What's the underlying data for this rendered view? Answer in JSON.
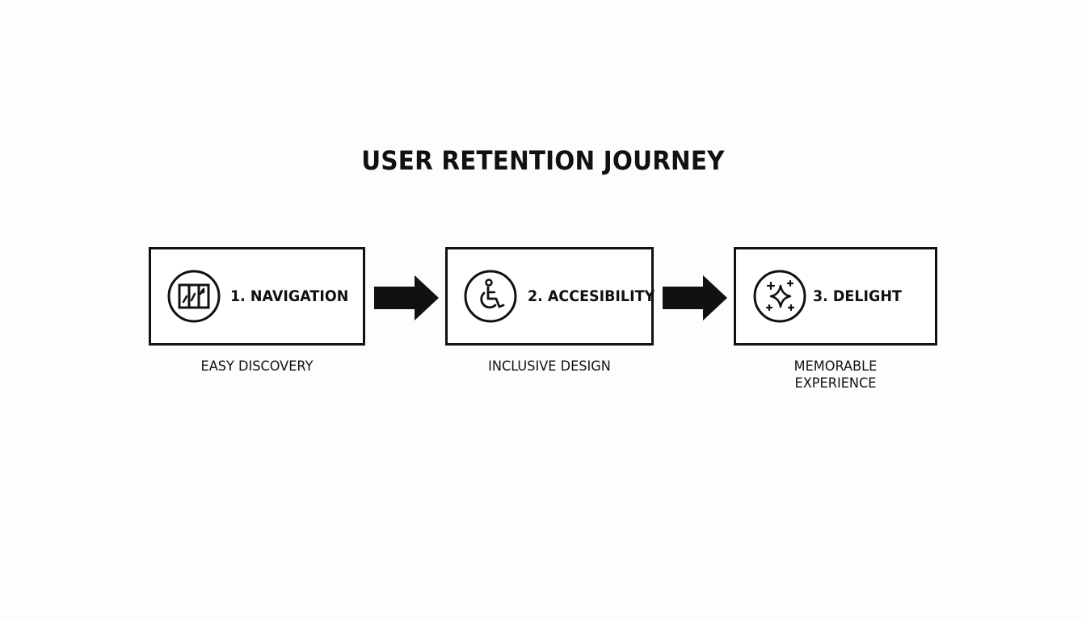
{
  "title": "USER RETENTION JOURNEY",
  "steps": [
    {
      "label": "1. NAVIGATION",
      "icon": "map-icon",
      "caption_lines": [
        "EASY DISCOVERY"
      ]
    },
    {
      "label": "2. ACCESIBILITY",
      "icon": "wheelchair-icon",
      "caption_lines": [
        "INCLUSIVE DESIGN"
      ]
    },
    {
      "label": "3. DELIGHT",
      "icon": "sparkles-icon",
      "caption_lines": [
        "MEMORABLE",
        "EXPERIENCE"
      ]
    }
  ],
  "colors": {
    "stroke": "#111111",
    "background": "#fdfdfd"
  }
}
